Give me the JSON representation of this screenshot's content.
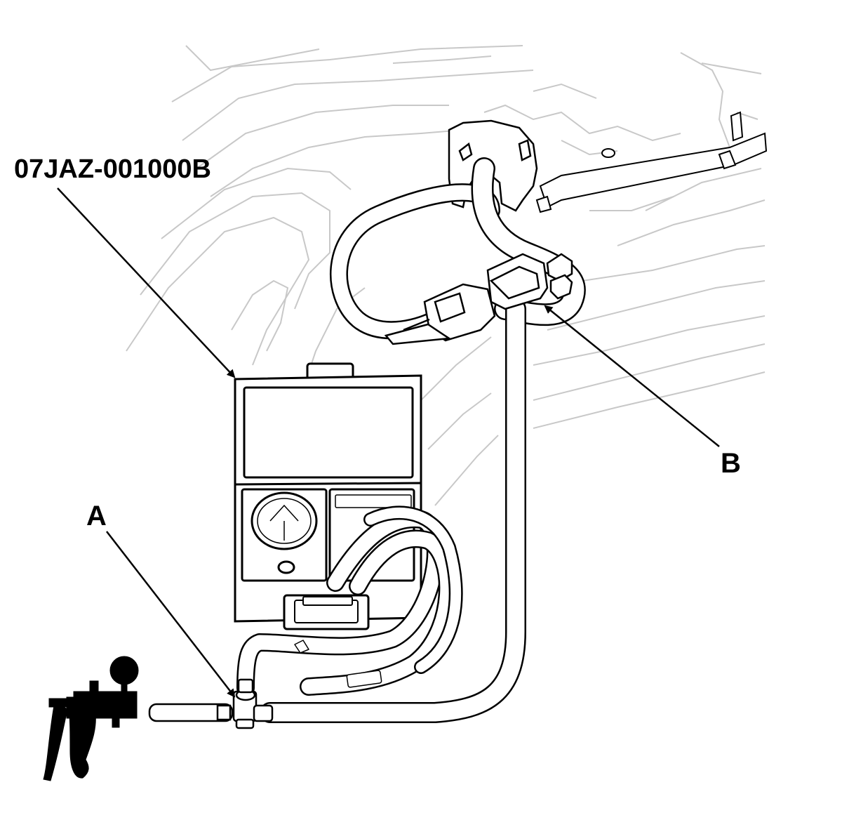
{
  "diagram": {
    "callouts": {
      "tool_number": "07JAZ-001000B",
      "point_a": "A",
      "point_b": "B"
    },
    "colors": {
      "line": "#000000",
      "background_lines": "#c8c8c8",
      "fill": "#ffffff"
    }
  }
}
